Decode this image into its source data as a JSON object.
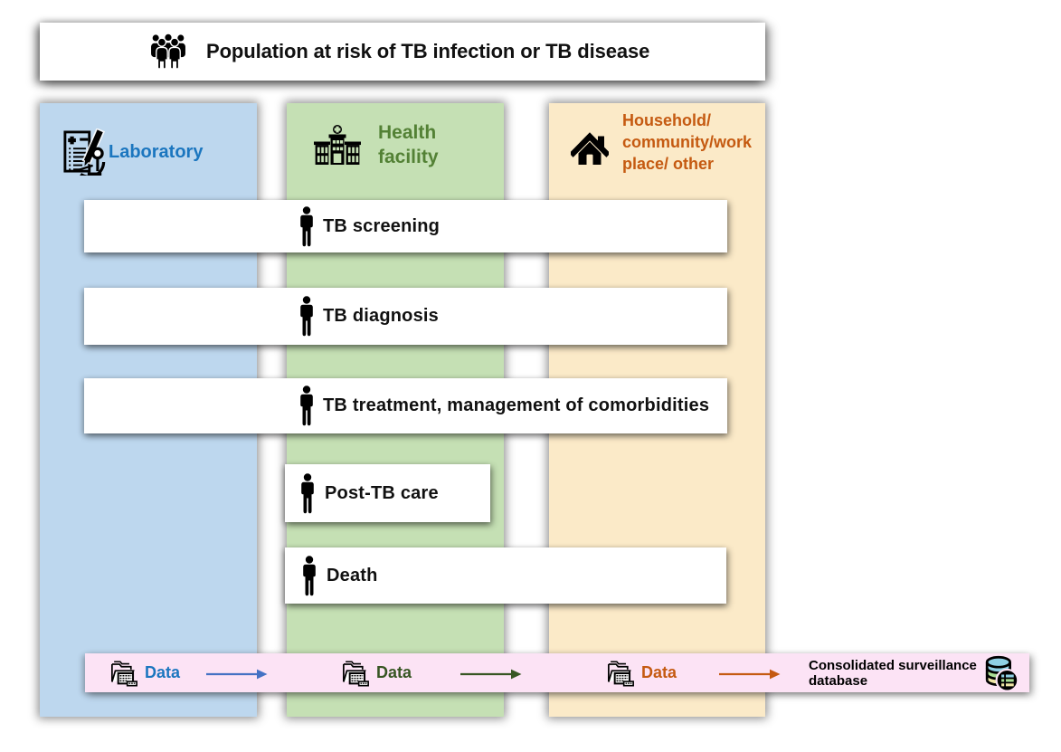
{
  "population_box": {
    "label": "Population at risk of TB infection or TB disease",
    "icon": "people-group-icon"
  },
  "columns": [
    {
      "id": "laboratory",
      "label": "Laboratory",
      "icon": "lab-test-icon",
      "color": "#BDD7EE",
      "text_color": "#1B76BF"
    },
    {
      "id": "health-facility",
      "label": "Health facility",
      "icon": "hospital-icon",
      "color": "#C5E0B4",
      "text_color": "#538135"
    },
    {
      "id": "household",
      "label": "Household/ community/work place/ other",
      "icon": "home-icon",
      "color": "#FBEAC8",
      "text_color": "#C55A11"
    }
  ],
  "stages": [
    {
      "label": "TB screening",
      "icon": "person-icon"
    },
    {
      "label": "TB diagnosis",
      "icon": "person-icon"
    },
    {
      "label": "TB treatment, management of comorbidities",
      "icon": "person-icon"
    },
    {
      "label": "Post-TB care",
      "icon": "person-icon"
    },
    {
      "label": "Death",
      "icon": "person-icon"
    }
  ],
  "data_flow": {
    "bar_color": "#FCE3F5",
    "items": [
      {
        "label": "Data",
        "icon": "data-files-icon",
        "text_color": "#1B76BF",
        "arrow_color": "#4472C4"
      },
      {
        "label": "Data",
        "icon": "data-files-icon",
        "text_color": "#375623",
        "arrow_color": "#375623"
      },
      {
        "label": "Data",
        "icon": "data-files-icon",
        "text_color": "#C55A11",
        "arrow_color": "#C55A11"
      }
    ],
    "database_label": "Consolidated surveillance database",
    "database_icon": "database-icon",
    "database_icon_colors": {
      "blue": "#8FD0E5",
      "green": "#A9DD94",
      "yellow": "#EFE6A5"
    }
  }
}
